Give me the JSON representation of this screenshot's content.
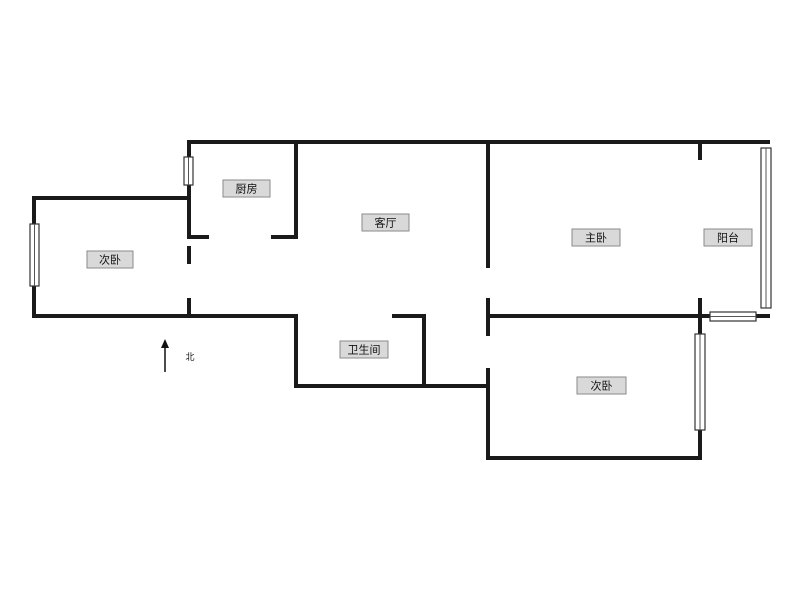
{
  "rooms": {
    "secondary_bedroom_west": "次卧",
    "kitchen": "厨房",
    "living_room": "客厅",
    "master_bedroom": "主卧",
    "balcony": "阳台",
    "bathroom": "卫生间",
    "secondary_bedroom_south": "次卧"
  },
  "compass": {
    "label": "北",
    "icon": "north-arrow-icon"
  }
}
